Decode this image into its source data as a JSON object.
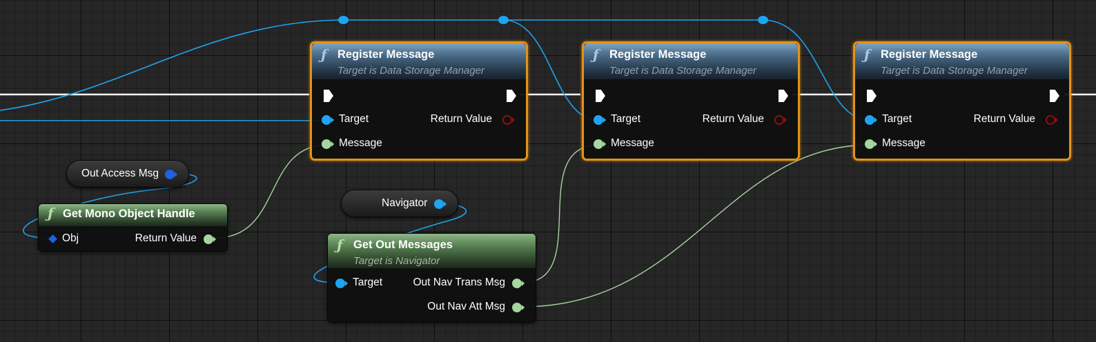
{
  "graph": {
    "function_icon": "ƒ",
    "register_nodes": [
      {
        "title": "Register Message",
        "subtitle": "Target is Data Storage Manager",
        "pin_target": "Target",
        "pin_message": "Message",
        "pin_return": "Return Value"
      },
      {
        "title": "Register Message",
        "subtitle": "Target is Data Storage Manager",
        "pin_target": "Target",
        "pin_message": "Message",
        "pin_return": "Return Value"
      },
      {
        "title": "Register Message",
        "subtitle": "Target is Data Storage Manager",
        "pin_target": "Target",
        "pin_message": "Message",
        "pin_return": "Return Value"
      }
    ],
    "get_mono": {
      "title": "Get Mono Object Handle",
      "pin_obj": "Obj",
      "pin_return": "Return Value"
    },
    "get_out": {
      "title": "Get Out Messages",
      "subtitle": "Target is Navigator",
      "pin_target": "Target",
      "pin_trans": "Out Nav Trans Msg",
      "pin_att": "Out Nav Att Msg"
    },
    "var_out_access": {
      "label": "Out Access Msg"
    },
    "var_navigator": {
      "label": "Navigator"
    }
  },
  "colors": {
    "selection_border": "#e39318",
    "object_pin": "#1ea4f0",
    "struct_pin": "#a7d5a0",
    "return_pin": "#8f0e0e",
    "exec_wire": "#ffffff",
    "object_wire": "#1ea4f0",
    "struct_wire": "#a7d5a0"
  },
  "icons": [
    "function-icon",
    "exec-pin-icon",
    "object-pin-icon",
    "struct-pin-icon",
    "reroute-knot-icon"
  ]
}
